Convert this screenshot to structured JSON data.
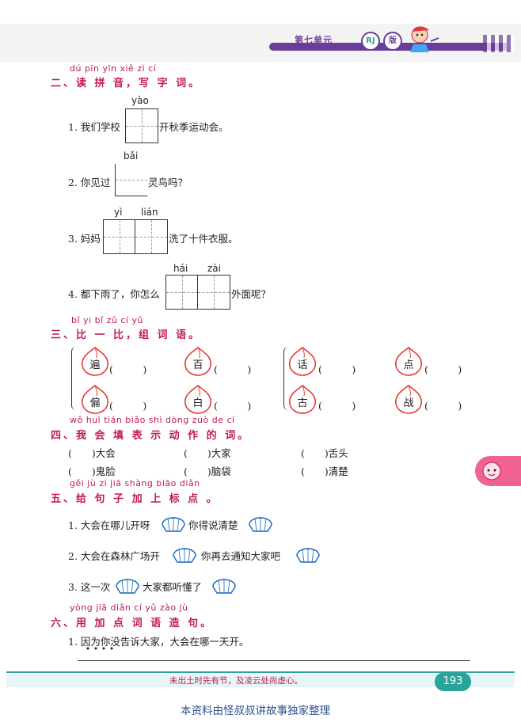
{
  "header": {
    "unit_title": "第七单元",
    "edition_badge": "RJ",
    "edition_label": "版"
  },
  "section2": {
    "pinyin": "dú pīn yīn  xiě zì cí",
    "heading": "二、读 拼 音，写 字 词。",
    "items": [
      {
        "pinyin": "yào",
        "prefix": "1. 我们学校",
        "suffix": "开秋季运动会。"
      },
      {
        "pinyin": "bǎi",
        "prefix": "2. 你见过",
        "suffix": "灵鸟吗？"
      },
      {
        "pinyin1": "yì",
        "pinyin2": "lián",
        "prefix": "3. 妈妈",
        "suffix": "洗了十件衣服。"
      },
      {
        "pinyin1": "hái",
        "pinyin2": "zài",
        "prefix": "4. 都下雨了，你怎么",
        "suffix": "外面呢？"
      }
    ]
  },
  "section3": {
    "pinyin": "bǐ yi bǐ  zǔ cí yǔ",
    "heading": "三、比 一 比，组 词 语。",
    "row1": [
      "遍",
      "百",
      "话",
      "点"
    ],
    "row2": [
      "偏",
      "白",
      "古",
      "战"
    ],
    "paren": "(　　　)"
  },
  "section4": {
    "pinyin": "wǒ huì tián biǎo shì dòng zuò de cí",
    "heading": "四、我 会 填  表  示  动  作 的 词。",
    "items": [
      "(　　)大会",
      "(　　)大家",
      "(　　)舌头",
      "(　　)鬼脸",
      "(　　)脑袋",
      "(　　)清楚"
    ]
  },
  "section5": {
    "pinyin": "gěi jù zi jiā shàng biāo diǎn",
    "heading": "五、给 句 子 加  上   标  点 。",
    "line1a": "1. 大会在哪儿开呀",
    "line1b": "你得说清楚",
    "line2a": "2. 大会在森林广场开",
    "line2b": "你再去通知大家吧",
    "line3a": "3. 这一次",
    "line3b": "大家都听懂了"
  },
  "section6": {
    "pinyin": "yòng jiā diǎn cí yǔ zào jù",
    "heading": "六、用 加 点 词 语 造 句。",
    "item1": "1. 因为你没告诉大家，大会在哪一天开。"
  },
  "footer": {
    "motto": "未出土时先有节，及凌云处尚虚心。",
    "page_number": "193",
    "credit": "本资料由怪叔叔讲故事独家整理"
  },
  "colors": {
    "accent_purple": "#6a3d9a",
    "heading_pink": "#c2185b",
    "footer_teal": "#2aa39b",
    "tab_pink": "#f06292"
  }
}
